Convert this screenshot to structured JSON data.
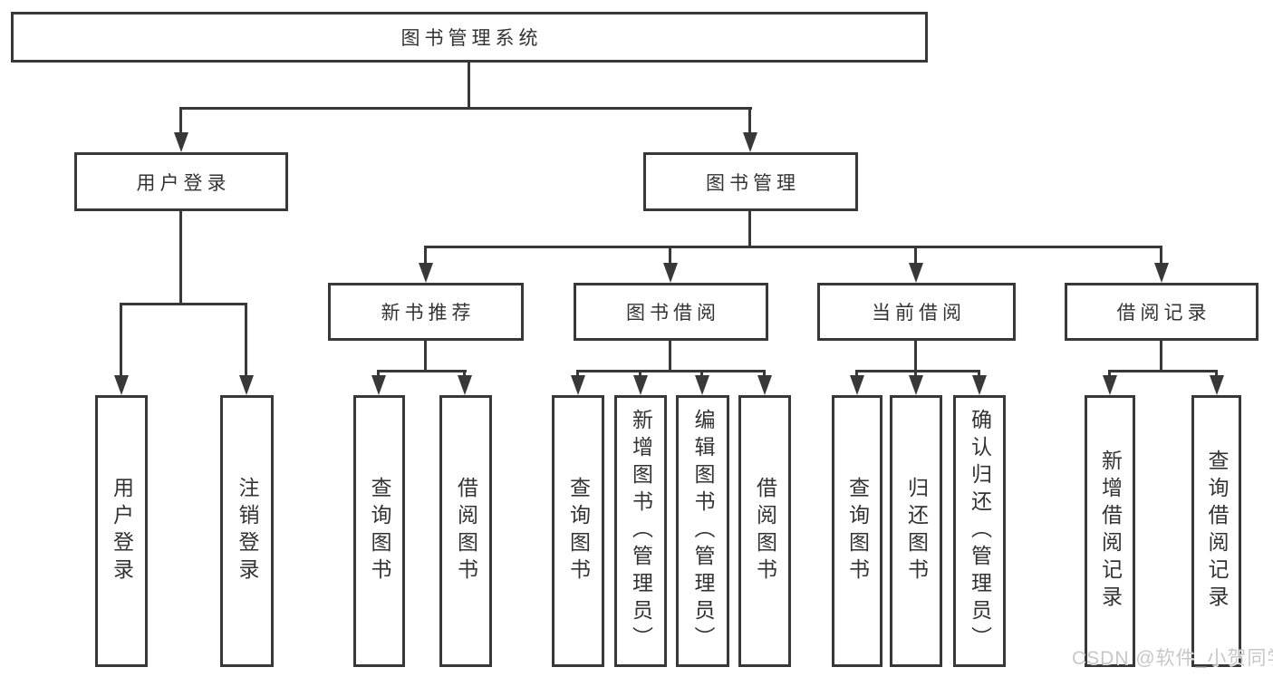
{
  "diagram_type": "function-structure-tree",
  "colors": {
    "line": "#383838",
    "text": "#333333",
    "bg": "#ffffff",
    "wm": "#c7c7c7"
  },
  "tree": {
    "label": "图书管理系统",
    "children": [
      {
        "label": "用户登录",
        "children": [
          {
            "label": "用户登录"
          },
          {
            "label": "注销登录"
          }
        ]
      },
      {
        "label": "图书管理",
        "children": [
          {
            "label": "新书推荐",
            "children": [
              {
                "label": "查询图书"
              },
              {
                "label": "借阅图书"
              }
            ]
          },
          {
            "label": "图书借阅",
            "children": [
              {
                "label": "查询图书"
              },
              {
                "label": "新增图书（管理员）"
              },
              {
                "label": "编辑图书（管理员）"
              },
              {
                "label": "借阅图书"
              }
            ]
          },
          {
            "label": "当前借阅",
            "children": [
              {
                "label": "查询图书"
              },
              {
                "label": "归还图书"
              },
              {
                "label": "确认归还（管理员）"
              }
            ]
          },
          {
            "label": "借阅记录",
            "children": [
              {
                "label": "新增借阅记录"
              },
              {
                "label": "查询借阅记录"
              }
            ]
          }
        ]
      }
    ]
  },
  "watermark": "CSDN @软件_小贺同学"
}
